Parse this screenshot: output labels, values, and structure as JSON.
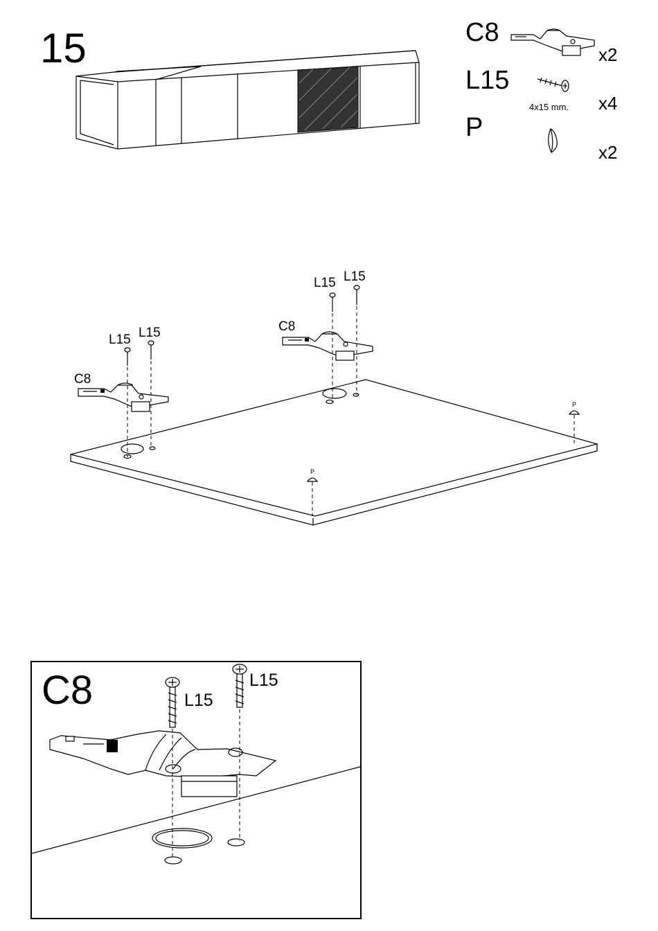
{
  "step": {
    "number": "15"
  },
  "parts": [
    {
      "code": "C8",
      "quantity": "x2",
      "icon": "hinge-icon"
    },
    {
      "code": "L15",
      "quantity": "x4",
      "dimension": "4x15 mm.",
      "icon": "screw-icon"
    },
    {
      "code": "P",
      "quantity": "x2",
      "icon": "bumper-pad-icon"
    }
  ],
  "assembly": {
    "hinge_label": "C8",
    "screw_label": "L15",
    "pad_label": "P"
  },
  "detail": {
    "title": "C8",
    "screw_label": "L15"
  }
}
